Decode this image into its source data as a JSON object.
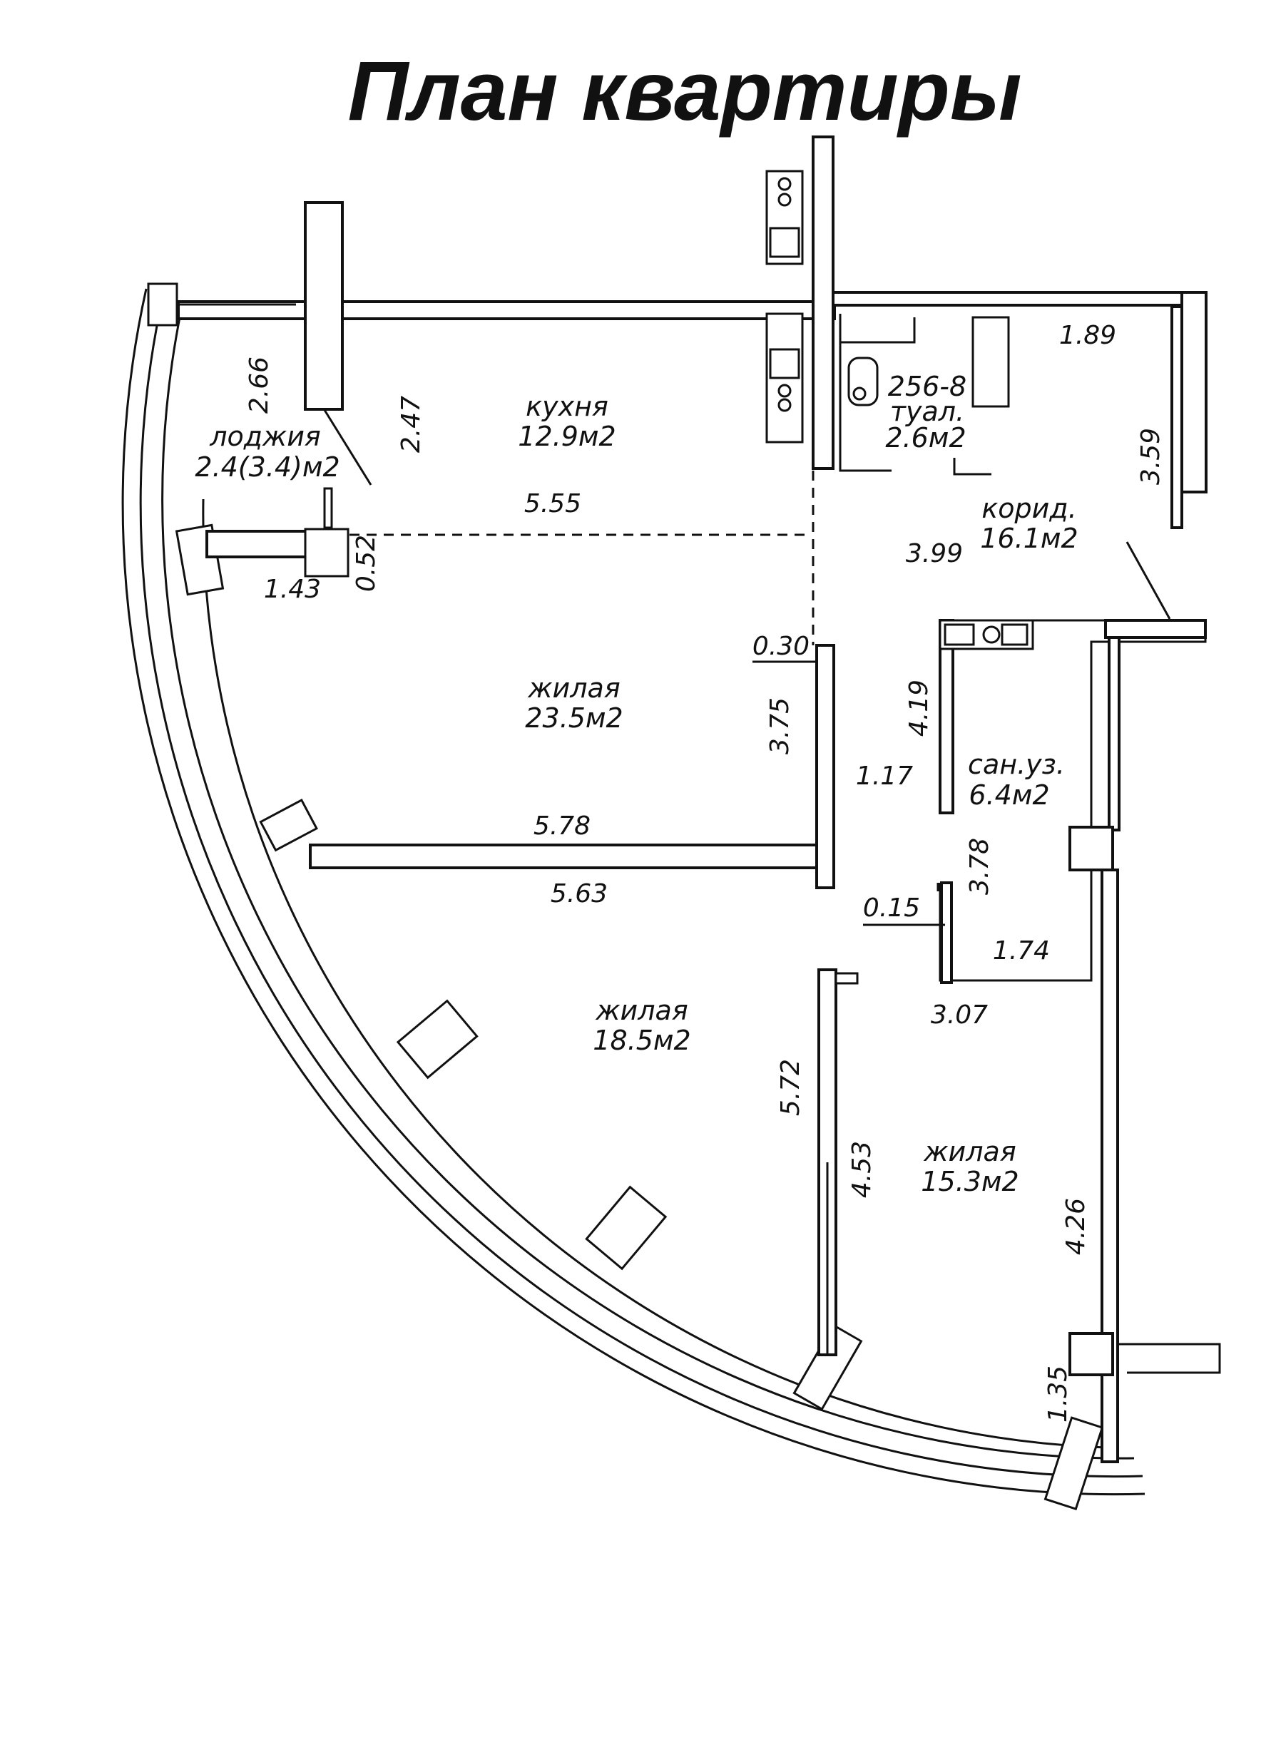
{
  "title": "План квартиры",
  "rooms": {
    "kitchen": {
      "name": "кухня",
      "area": "12.9м2"
    },
    "loggia": {
      "name": "лоджия",
      "area": "2.4(3.4)м2"
    },
    "toilet": {
      "code": "256-8",
      "name": "туал.",
      "area": "2.6м2"
    },
    "corridor": {
      "name": "корид.",
      "area": "16.1м2"
    },
    "living1": {
      "name": "жилая",
      "area": "23.5м2"
    },
    "bathroom": {
      "name": "сан.уз.",
      "area": "6.4м2"
    },
    "living2": {
      "name": "жилая",
      "area": "18.5м2"
    },
    "living3": {
      "name": "жилая",
      "area": "15.3м2"
    }
  },
  "dimensions": {
    "d266": "2.66",
    "d247": "2.47",
    "d555": "5.55",
    "d143": "1.43",
    "d052": "0.52",
    "d189": "1.89",
    "d359": "3.59",
    "d399": "3.99",
    "d030": "0.30",
    "d375": "3.75",
    "d419": "4.19",
    "d117": "1.17",
    "d578": "5.78",
    "d563": "5.63",
    "d378": "3.78",
    "d015": "0.15",
    "d174": "1.74",
    "d307": "3.07",
    "d572": "5.72",
    "d453": "4.53",
    "d426": "4.26",
    "d135": "1.35"
  },
  "colors": {
    "ink": "#111111",
    "paper": "#ffffff"
  }
}
